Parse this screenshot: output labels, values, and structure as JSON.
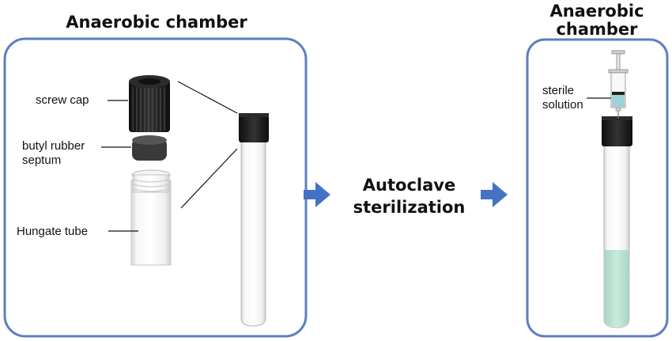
{
  "left_panel": {
    "title": "Anaerobic chamber",
    "labels": {
      "screw_cap": "screw cap",
      "septum_line1": "butyl rubber",
      "septum_line2": "septum",
      "hungate_tube": "Hungate tube"
    }
  },
  "center": {
    "line1": "Autoclave",
    "line2": "sterilization"
  },
  "right_panel": {
    "title_line1": "Anaerobic",
    "title_line2": "chamber",
    "labels": {
      "sterile_line1": "sterile",
      "sterile_line2": "solution"
    }
  },
  "colors": {
    "panel_border": "#5b7fbf",
    "arrow": "#4472c4",
    "cap": "#1c1c1c",
    "septum": "#3a3a3a",
    "solution": "#bfe3d4",
    "syringe_liquid": "#9fd0d8"
  }
}
